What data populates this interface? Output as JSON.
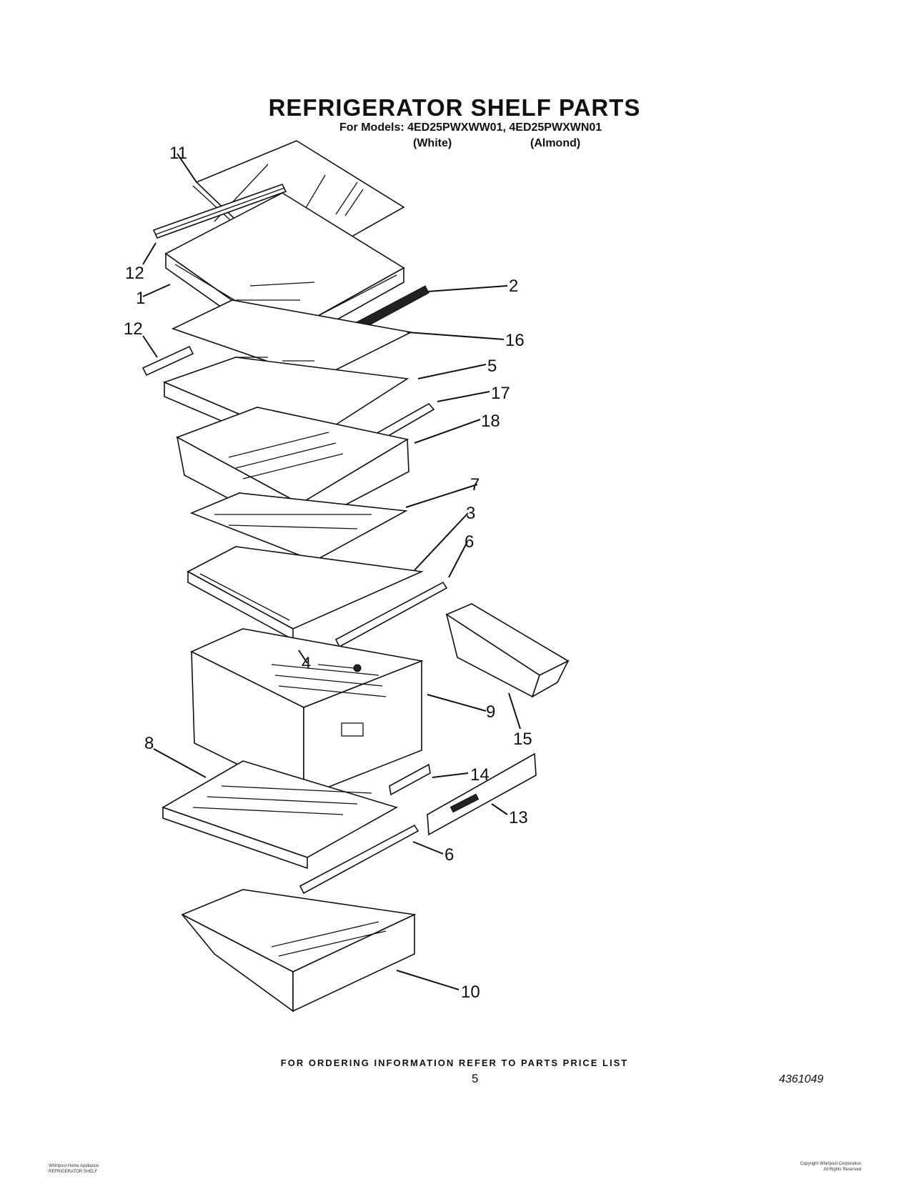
{
  "header": {
    "title": "REFRIGERATOR SHELF PARTS",
    "models": "For Models: 4ED25PWXWW01, 4ED25PWXWN01",
    "color_white": "(White)",
    "color_almond": "(Almond)"
  },
  "callouts": {
    "c11": "11",
    "c12a": "12",
    "c1": "1",
    "c2": "2",
    "c12b": "12",
    "c16": "16",
    "c5": "5",
    "c17": "17",
    "c18": "18",
    "c7": "7",
    "c3": "3",
    "c6a": "6",
    "c4": "4",
    "c9": "9",
    "c15": "15",
    "c8": "8",
    "c14": "14",
    "c13": "13",
    "c6b": "6",
    "c10": "10"
  },
  "footer": {
    "ordering_note": "FOR ORDERING INFORMATION REFER TO PARTS PRICE LIST",
    "page_number": "5",
    "document_number": "4361049",
    "small_left_1": "Whirlpool Home Appliance",
    "small_left_2": "REFRIGERATOR SHELF",
    "small_right_1": "Copyright Whirlpool Corporation",
    "small_right_2": "All Rights Reserved"
  }
}
